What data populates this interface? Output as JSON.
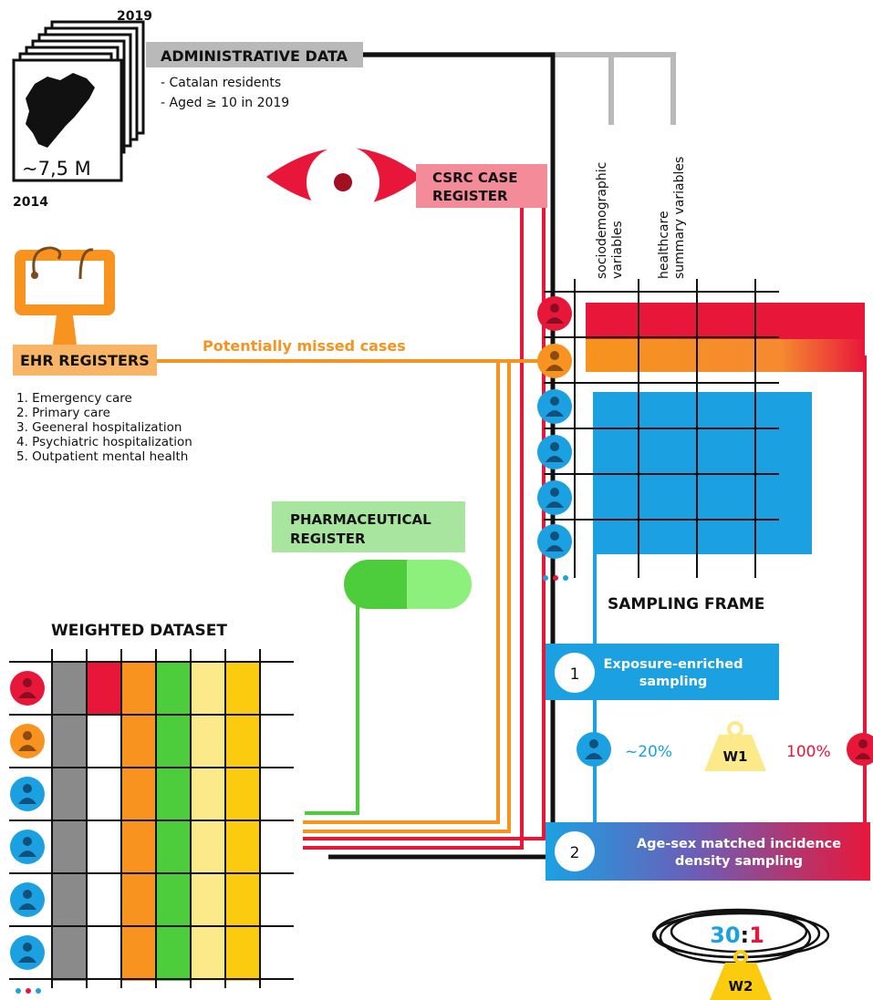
{
  "admin": {
    "title": "ADMINISTRATIVE DATA",
    "year_end": "2019",
    "year_start": "2014",
    "population": "~7,5 M",
    "criteria": [
      "- Catalan residents",
      "- Aged ≥ 10 in 2019"
    ]
  },
  "csrc": {
    "line1": "CSRC CASE",
    "line2": "REGISTER"
  },
  "ehr": {
    "title": "EHR REGISTERS",
    "missed_label": "Potentially missed cases",
    "items": [
      "1. Emergency care",
      "2. Primary care",
      "3. Geeneral hospitalization",
      "4. Psychiatric hospitalization",
      "5. Outpatient mental health"
    ]
  },
  "pharma": {
    "line1": "PHARMACEUTICAL",
    "line2": "REGISTER"
  },
  "variables": {
    "socio_line1": "sociodemographic",
    "socio_line2": "variables",
    "health_line1": "healthcare",
    "health_line2": "summary variables"
  },
  "sampling_frame": {
    "title": "SAMPLING FRAME"
  },
  "step1": {
    "number": "1",
    "line1": "Exposure-enriched",
    "line2": "sampling"
  },
  "step2": {
    "number": "2",
    "line1": "Age-sex matched incidence",
    "line2": "density sampling"
  },
  "weights": {
    "w1": "W1",
    "w2": "W2",
    "pct_controls": "~20%",
    "pct_cases": "100%",
    "ratio_left": "30",
    "ratio_sep": ":",
    "ratio_right": "1"
  },
  "weighted": {
    "title": "WEIGHTED DATASET"
  },
  "colors": {
    "red": "#e8173a",
    "orange": "#f7931e",
    "blue": "#1ba1e2",
    "green": "#4dcc3c",
    "pharma_box": "#a8e6a0",
    "ehr_box": "#f9b566",
    "csrc_box": "#f48b98",
    "gray": "#8a8a8a",
    "light_yellow": "#fce98a",
    "yellow": "#fbcb0f"
  }
}
